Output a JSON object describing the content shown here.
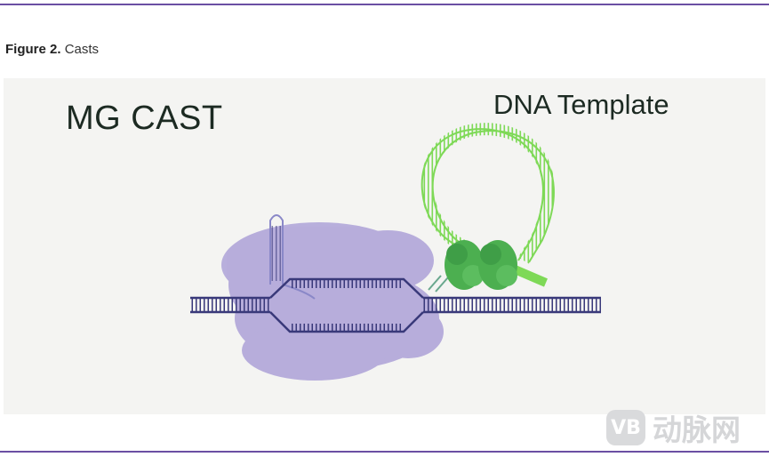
{
  "caption": {
    "label": "Figure 2.",
    "text": "Casts"
  },
  "figure": {
    "title": "MG CAST",
    "template_label": "DNA Template"
  },
  "watermark": {
    "logo": "VB",
    "text": "动脉网"
  },
  "colors": {
    "rule": "#6b4fa3",
    "protein": "#b2a8da",
    "dna_strand": "#39397a",
    "template": "#7ed957",
    "transposase": "#4caf50"
  }
}
